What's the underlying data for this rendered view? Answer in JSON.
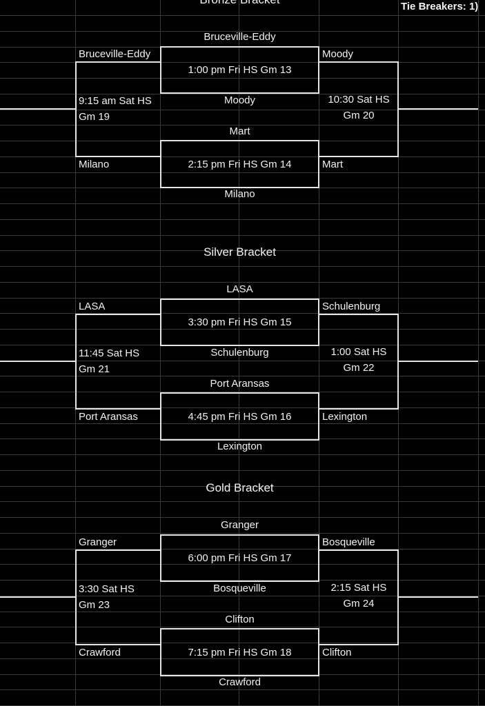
{
  "header": {
    "tie_breakers": "Tie Breakers: 1)"
  },
  "brackets": [
    {
      "title": "Bronze Bracket",
      "game1": {
        "top_team": "Bruceville-Eddy",
        "time": "1:00 pm Fri HS Gm 13",
        "bottom_team": "Moody"
      },
      "game2": {
        "top_team": "Mart",
        "time": "2:15 pm Fri HS Gm 14",
        "bottom_team": "Milano"
      },
      "left": {
        "top": "Bruceville-Eddy",
        "time_line1": "9:15 am Sat HS",
        "time_line2": "Gm 19",
        "bottom": "Milano"
      },
      "right": {
        "top": "Moody",
        "time_line1": "10:30 Sat HS",
        "time_line2": "Gm 20",
        "bottom": "Mart"
      }
    },
    {
      "title": "Silver Bracket",
      "game1": {
        "top_team": "LASA",
        "time": "3:30 pm  Fri HS Gm 15",
        "bottom_team": "Schulenburg"
      },
      "game2": {
        "top_team": "Port Aransas",
        "time": "4:45 pm Fri HS Gm 16",
        "bottom_team": "Lexington"
      },
      "left": {
        "top": "LASA",
        "time_line1": "11:45 Sat HS",
        "time_line2": "Gm 21",
        "bottom": "Port Aransas"
      },
      "right": {
        "top": "Schulenburg",
        "time_line1": "1:00 Sat HS",
        "time_line2": "Gm 22",
        "bottom": "Lexington"
      }
    },
    {
      "title": "Gold Bracket",
      "game1": {
        "top_team": "Granger",
        "time": "6:00 pm Fri HS Gm 17",
        "bottom_team": "Bosqueville"
      },
      "game2": {
        "top_team": "Clifton",
        "time": "7:15 pm  Fri HS Gm 18",
        "bottom_team": "Crawford"
      },
      "left": {
        "top": "Granger",
        "time_line1": "3:30 Sat HS",
        "time_line2": "Gm 23",
        "bottom": "Crawford"
      },
      "right": {
        "top": "Bosqueville",
        "time_line1": "2:15 Sat HS",
        "time_line2": "Gm 24",
        "bottom": "Clifton"
      }
    }
  ]
}
